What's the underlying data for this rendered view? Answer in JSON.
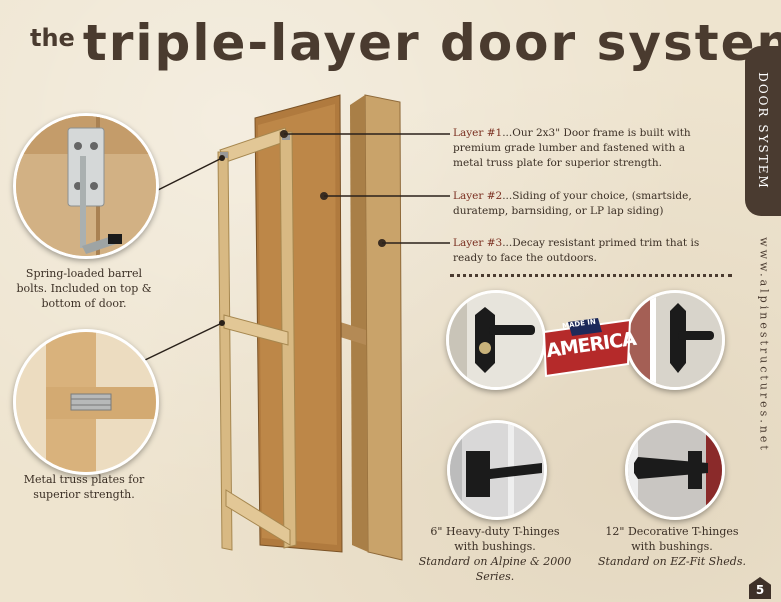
{
  "title": {
    "prefix": "the",
    "main": "triple-layer door system"
  },
  "side_tab": "DOOR SYSTEM",
  "website": "www.alpinestructures.net",
  "page_number": "5",
  "layers": [
    {
      "label": "Layer #1",
      "text": "...Our 2x3\" Door frame is built with premium grade lumber and fastened with a metal truss plate for superior strength."
    },
    {
      "label": "Layer #2",
      "text": "...Siding of your choice, (smartside, duratemp, barnsiding, or LP lap siding)"
    },
    {
      "label": "Layer #3",
      "text": "...Decay resistant primed trim that is ready to face the outdoors."
    }
  ],
  "callouts": {
    "barrel_bolts": "Spring-loaded barrel bolts. Included on top & bottom of door.",
    "truss_plates": "Metal truss plates for superior strength."
  },
  "badge": {
    "top": "MADE IN",
    "main": "AMERICA"
  },
  "hinges": [
    {
      "line1": "6\" Heavy-duty T-hinges",
      "line2": "with bushings.",
      "line3": "Standard on Alpine & 2000 Series."
    },
    {
      "line1": "12\" Decorative T-hinges",
      "line2": "with bushings.",
      "line3": "Standard on EZ-Fit Sheds."
    }
  ]
}
